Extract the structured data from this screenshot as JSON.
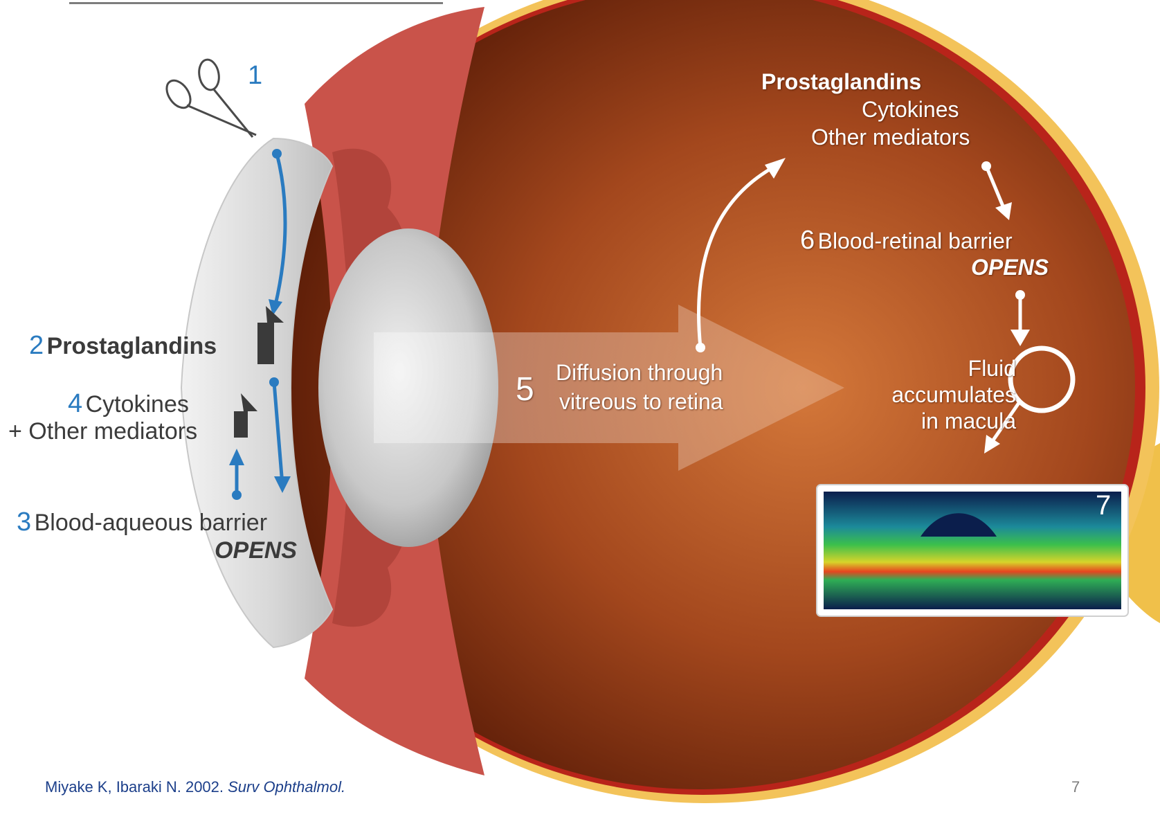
{
  "step1": {
    "number": "1"
  },
  "step2": {
    "number": "2",
    "label": "Prostaglandins"
  },
  "step4": {
    "number": "4",
    "label_line1": "Cytokines",
    "label_line2": "+ Other mediators"
  },
  "step3": {
    "number": "3",
    "label": "Blood-aqueous barrier",
    "emphasis": "OPENS"
  },
  "step5": {
    "number": "5",
    "label_line1": "Diffusion through",
    "label_line2": "vitreous to retina"
  },
  "mediators": {
    "line1": "Prostaglandins",
    "line2": "Cytokines",
    "line3": "Other mediators"
  },
  "step6": {
    "number": "6",
    "label": "Blood-retinal barrier",
    "emphasis": "OPENS"
  },
  "fluid": {
    "line1": "Fluid",
    "line2": "accumulates",
    "line3": "in macula"
  },
  "step7": {
    "number": "7"
  },
  "citation": {
    "authors": "Miyake K, Ibaraki N. 2002. ",
    "journal": "Surv Ophthalmol."
  },
  "slide_number": "7",
  "colors": {
    "step_blue": "#2a7bc0",
    "label_dark": "#3b3b3b",
    "globe_brown": "#8b3a17"
  },
  "icons": [
    "scissors-icon",
    "up-arrow-icon",
    "white-arrow-icon",
    "large-diffusion-arrow-icon",
    "magnifier-circle-icon"
  ]
}
